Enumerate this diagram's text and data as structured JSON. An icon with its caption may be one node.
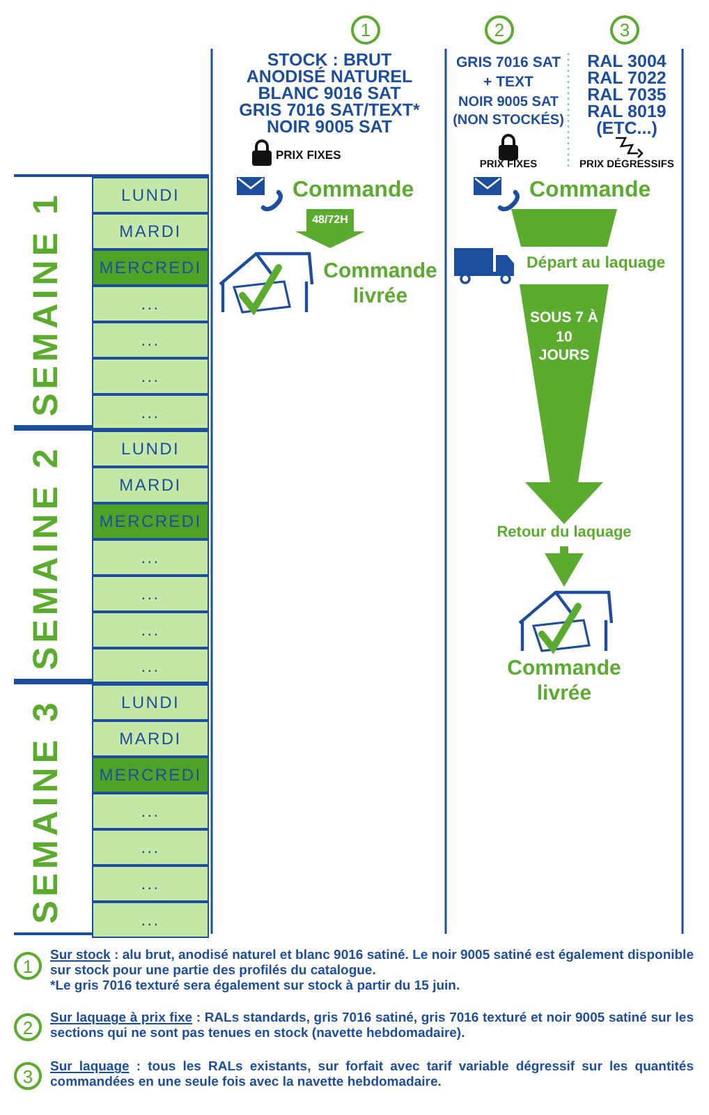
{
  "diagram": {
    "nodes": [
      {
        "text": [
          "1"
        ]
      },
      {
        "text": [
          "2"
        ]
      },
      {
        "text": [
          "3"
        ]
      },
      {
        "text": [
          "Commande"
        ]
      },
      {
        "text": [
          "Commande livrée"
        ]
      },
      {
        "text": [
          "Commande"
        ]
      },
      {
        "text": [
          "Départ au laquage"
        ]
      },
      {
        "text": [
          "Retour du laquage"
        ]
      },
      {
        "text": [
          "Commande livrée"
        ]
      },
      {
        "text": [
          "SEMAINE 1"
        ]
      },
      {
        "text": [
          "LUNDI"
        ],
        "in": 9
      },
      {
        "text": [
          "MARDI"
        ],
        "in": 9
      },
      {
        "text": [
          "MERCREDI"
        ],
        "in": 9
      },
      {
        "text": [
          "..."
        ],
        "in": 9
      },
      {
        "text": [
          "..."
        ],
        "in": 9
      },
      {
        "text": [
          "..."
        ],
        "in": 9
      },
      {
        "text": [
          "..."
        ],
        "in": 9
      },
      {
        "text": [
          "SEMAINE 2"
        ]
      },
      {
        "text": [
          "LUNDI"
        ],
        "in": 17
      },
      {
        "text": [
          "MARDI"
        ],
        "in": 17
      },
      {
        "text": [
          "MERCREDI"
        ],
        "in": 17
      },
      {
        "text": [
          "..."
        ],
        "in": 17
      },
      {
        "text": [
          "..."
        ],
        "in": 17
      },
      {
        "text": [
          "..."
        ],
        "in": 17
      },
      {
        "text": [
          "..."
        ],
        "in": 17
      },
      {
        "text": [
          "SEMAINE 3"
        ]
      },
      {
        "text": [
          "LUNDI"
        ],
        "in": 25
      },
      {
        "text": [
          "MARDI"
        ],
        "in": 25
      },
      {
        "text": [
          "MERCREDI"
        ],
        "in": 25
      },
      {
        "text": [
          "..."
        ],
        "in": 25
      },
      {
        "text": [
          "..."
        ],
        "in": 25
      },
      {
        "text": [
          "..."
        ],
        "in": 25
      },
      {
        "text": [
          "..."
        ],
        "in": 25
      },
      {
        "text": [
          "1"
        ],
        "beside": [
          "Sur stock",
          ": alu brut, anodisé naturel et blanc 9016 satiné. Le noir 9005 satiné est également disponible sur stock pour une partie des profilés du catalogue.",
          "*Le gris 7016 texturé sera également sur stock à partir du 15 juin."
        ]
      },
      {
        "text": [
          "2"
        ],
        "beside": [
          "Sur laquage à prix fixe",
          ": RALs standards, gris 7016 satiné, gris 7016 texturé et noir 9005 satiné sur les sections qui ne sont pas tenues en stock (navette hebdomadaire)."
        ]
      },
      {
        "text": [
          "3"
        ],
        "beside": [
          "Sur laquage",
          ": tous les RALs existants, sur forfait avec tarif variable dégressif sur les quantités commandées en une seule fois avec la navette hebdomadaire."
        ]
      }
    ],
    "edges": [
      {
        "from": 3,
        "to": 4,
        "arrow": "to",
        "label": "48/72H"
      },
      {
        "from": 5,
        "to": 6,
        "arrow": "none"
      },
      {
        "from": 6,
        "to": 7,
        "arrow": "to",
        "label": "SOUS 7 À 10 JOURS"
      },
      {
        "from": 7,
        "to": 8,
        "arrow": "to"
      }
    ],
    "labels": [
      "STOCK : BRUT",
      "ANODISÉ NATUREL",
      "BLANC 9016 SAT",
      "GRIS 7016 SAT/TEXT*",
      "NOIR 9005 SAT",
      "PRIX FIXES",
      "GRIS 7016 SAT + TEXT",
      "NOIR 9005 SAT",
      "(NON STOCKÉS)",
      "PRIX FIXES",
      "RAL 3004",
      "RAL 7022",
      "RAL 7035",
      "RAL 8019",
      "(ETC...)",
      "PRIX DÉGRESSIFS"
    ]
  }
}
